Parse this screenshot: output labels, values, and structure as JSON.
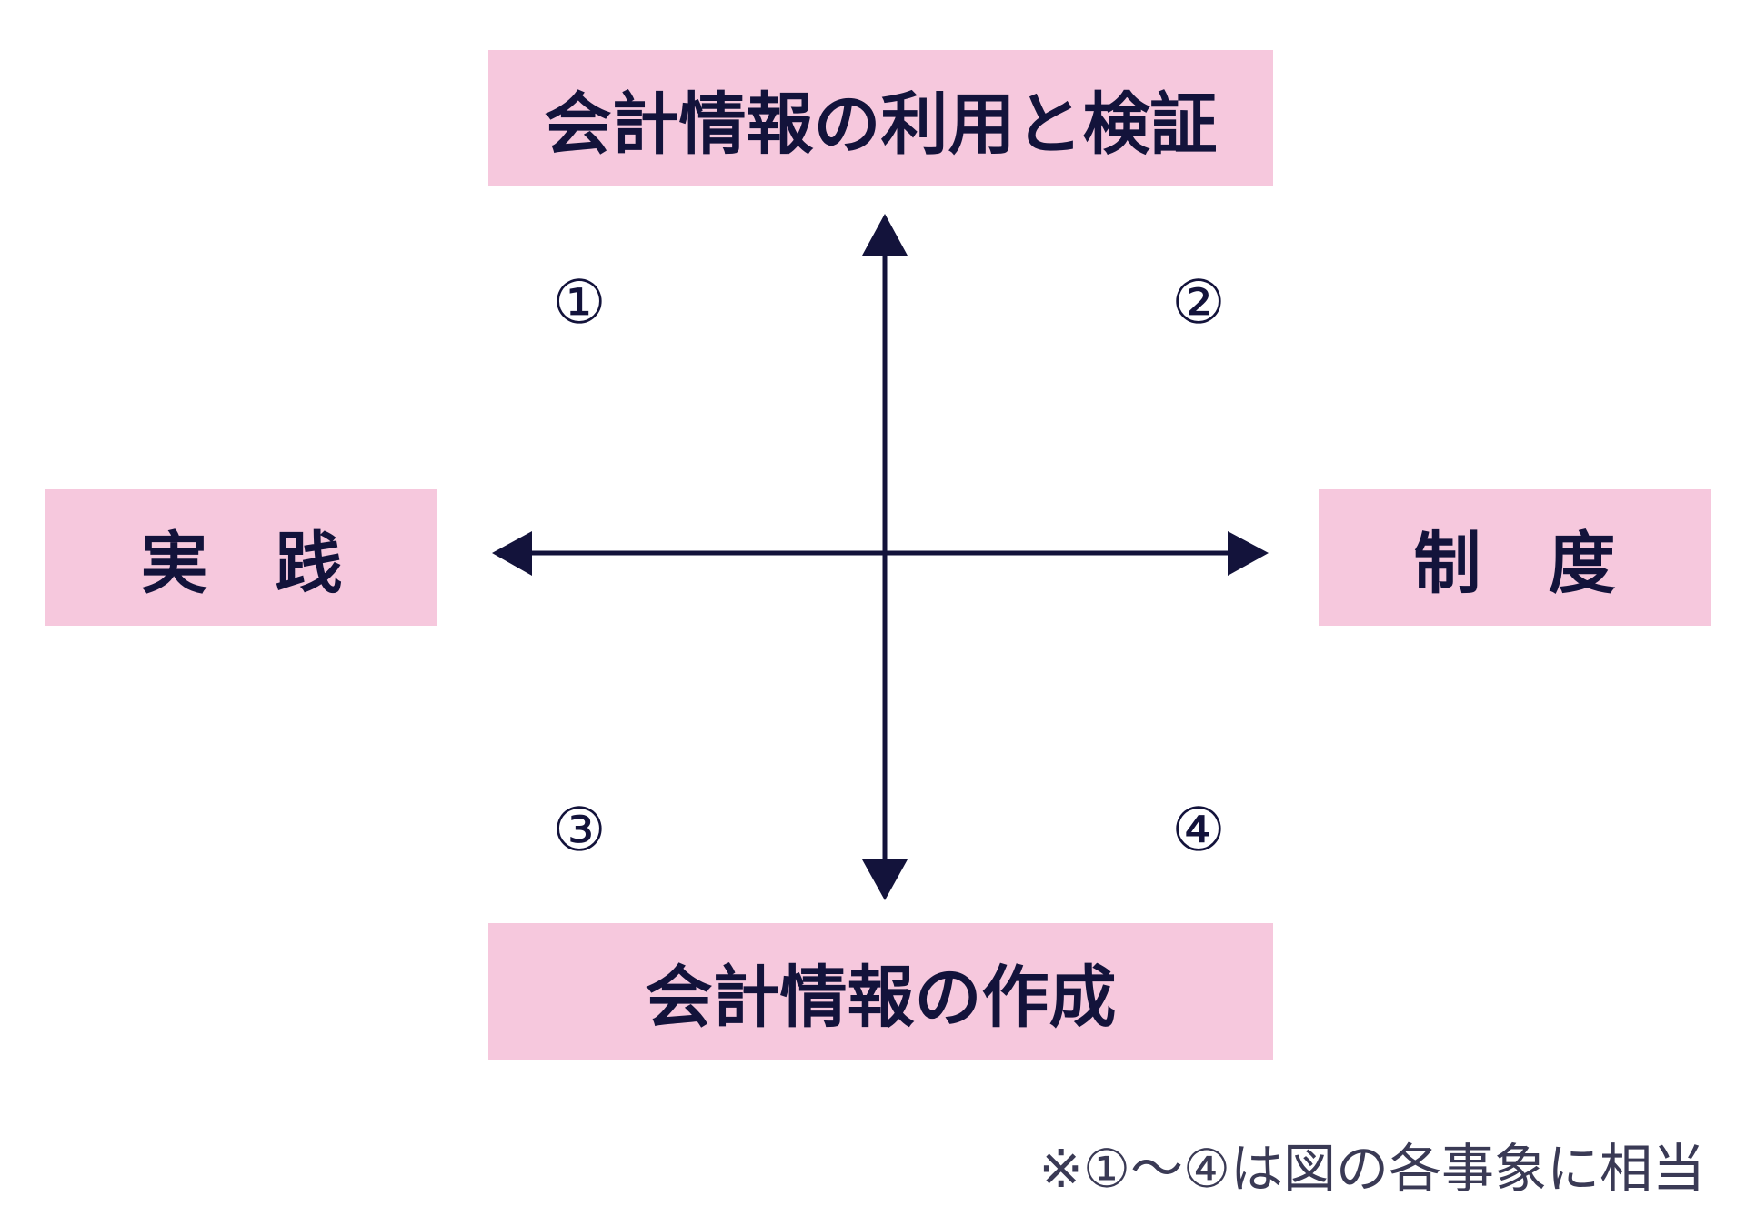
{
  "boxes": {
    "top": "会計情報の利用と検証",
    "bottom": "会計情報の作成",
    "left": "実　践",
    "right": "制　度"
  },
  "quadrants": {
    "q1": "①",
    "q2": "②",
    "q3": "③",
    "q4": "④"
  },
  "footnote": "※①〜④は図の各事象に相当",
  "colors": {
    "box_fill": "#f6c8dd",
    "ink": "#13133b"
  }
}
